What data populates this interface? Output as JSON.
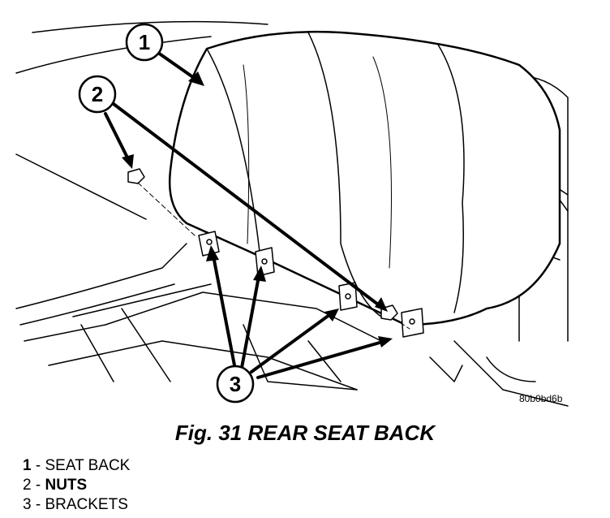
{
  "figure": {
    "caption": "Fig. 31 REAR SEAT BACK",
    "image_code": "80b0bd6b"
  },
  "callouts": [
    "1",
    "2",
    "3"
  ],
  "legend": [
    {
      "num": "1",
      "sep": " - ",
      "label": "SEAT BACK"
    },
    {
      "num": "2",
      "sep": " - ",
      "label": "NUTS"
    },
    {
      "num": "3",
      "sep": " - ",
      "label": "BRACKETS"
    }
  ]
}
